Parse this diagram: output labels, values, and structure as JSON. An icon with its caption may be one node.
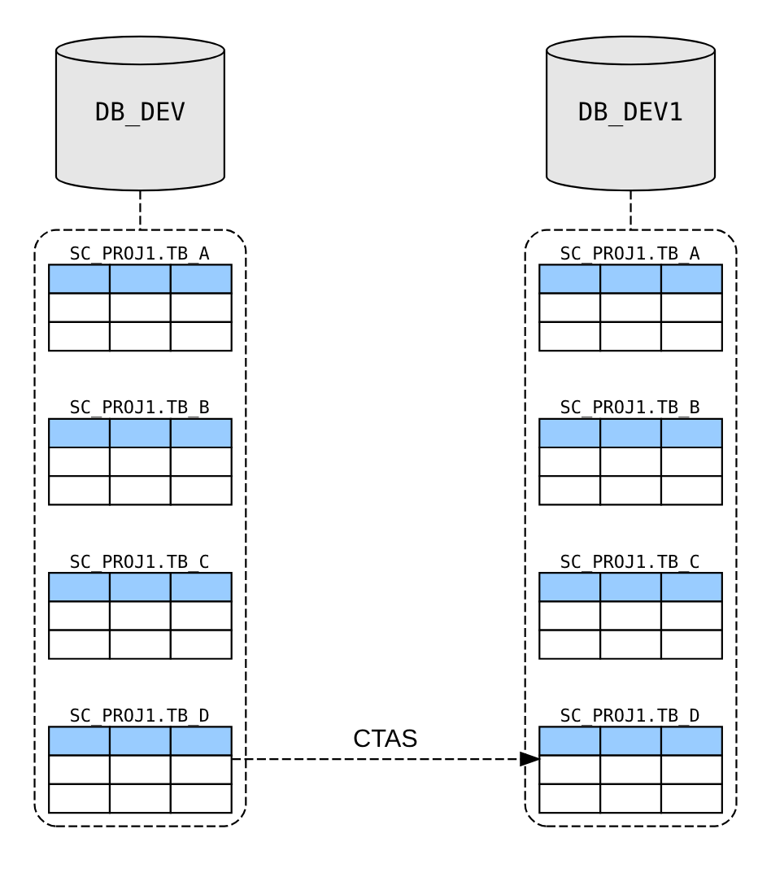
{
  "diagram": {
    "nodes": [
      {
        "text": [
          "DB_DEV"
        ]
      },
      {
        "text": [],
        "shape": "box"
      },
      {
        "text": [
          "SC_PROJ1.TB_A"
        ],
        "in": 1
      },
      {
        "text": [
          "SC_PROJ1.TB_B"
        ],
        "in": 1
      },
      {
        "text": [
          "SC_PROJ1.TB_C"
        ],
        "in": 1
      },
      {
        "text": [
          "SC_PROJ1.TB_D"
        ],
        "in": 1
      },
      {
        "text": [
          "DB_DEV1"
        ]
      },
      {
        "text": [],
        "shape": "box"
      },
      {
        "text": [
          "SC_PROJ1.TB_A"
        ],
        "in": 7
      },
      {
        "text": [
          "SC_PROJ1.TB_B"
        ],
        "in": 7
      },
      {
        "text": [
          "SC_PROJ1.TB_C"
        ],
        "in": 7
      },
      {
        "text": [
          "SC_PROJ1.TB_D"
        ],
        "in": 7
      }
    ],
    "edges": [
      {
        "from": 0,
        "to": 1,
        "arrow": "none",
        "style": "dashed"
      },
      {
        "from": 6,
        "to": 7,
        "arrow": "none",
        "style": "dashed"
      },
      {
        "from": 5,
        "to": 11,
        "arrow": "to",
        "style": "dashed",
        "label": "CTAS"
      }
    ]
  }
}
